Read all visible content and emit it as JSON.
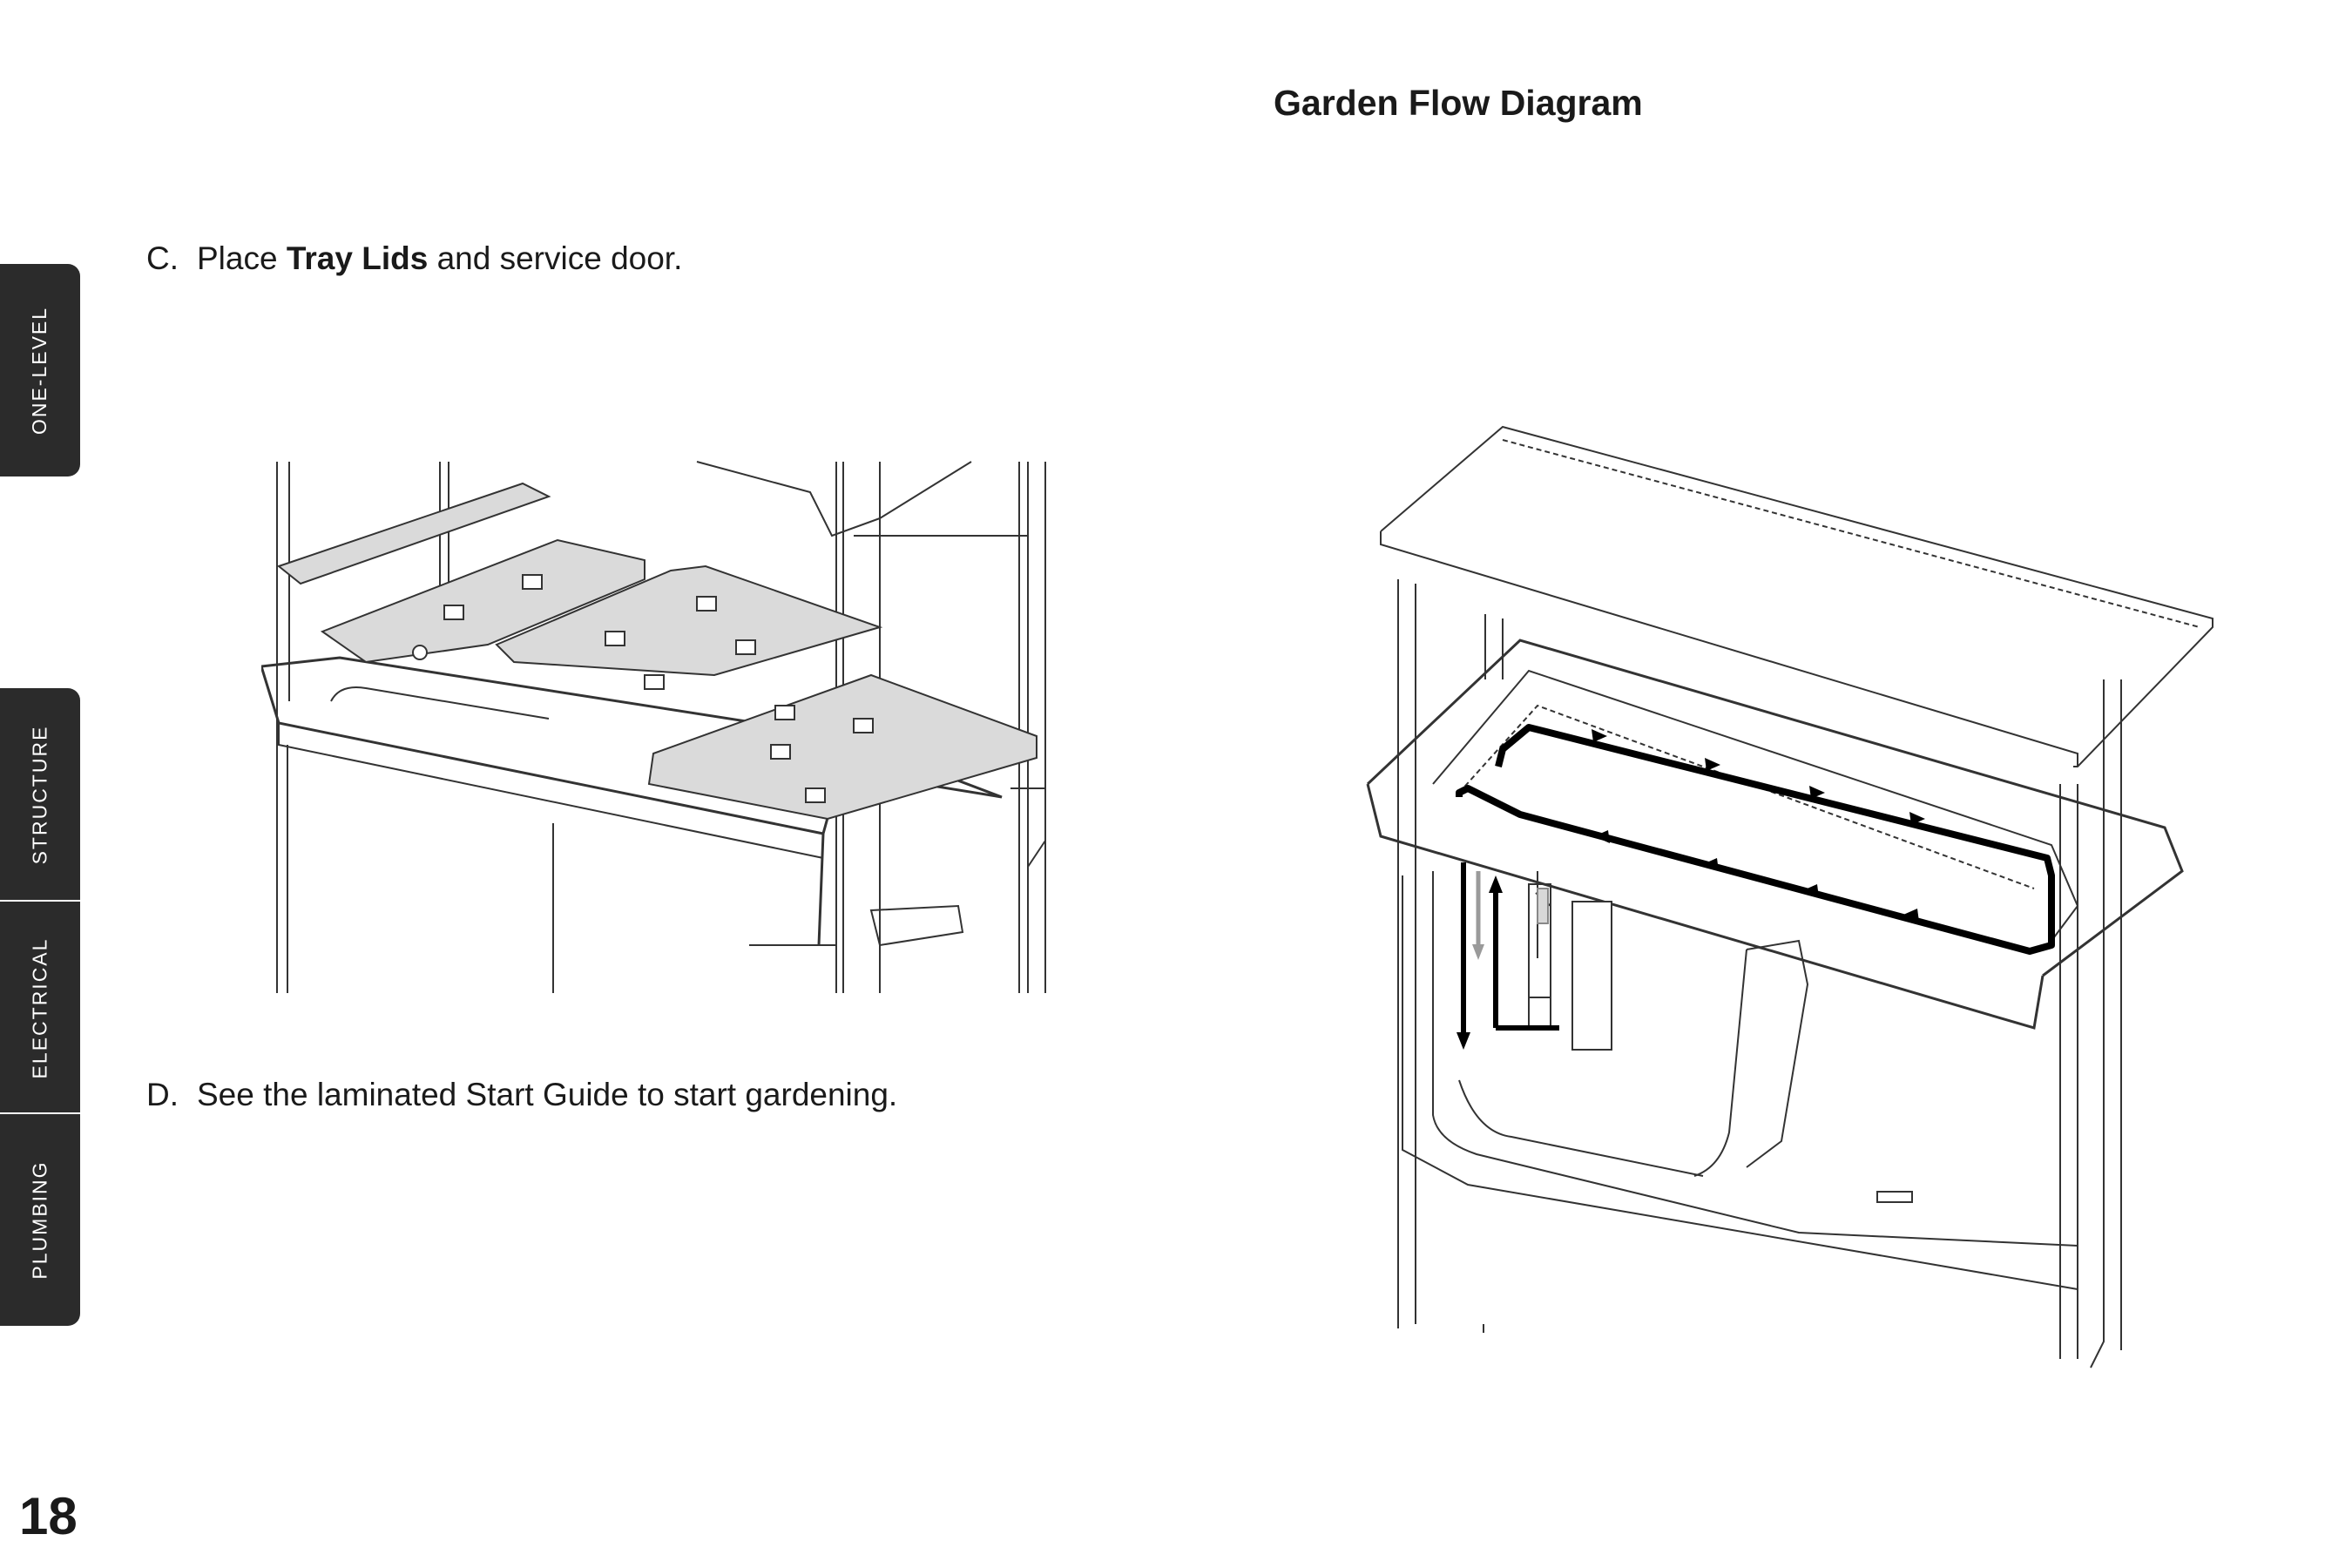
{
  "side_tabs": [
    {
      "label": "ONE-LEVEL"
    },
    {
      "label": "STRUCTURE"
    },
    {
      "label": "ELECTRICAL"
    },
    {
      "label": "PLUMBING"
    }
  ],
  "steps": {
    "c": {
      "letter": "C.",
      "before": "Place ",
      "bold": "Tray Lids",
      "after": " and service door."
    },
    "d": {
      "letter": "D.",
      "text": "See the laminated Start Guide to start gardening."
    }
  },
  "diagram_title": "Garden Flow Diagram",
  "page_number": "18"
}
